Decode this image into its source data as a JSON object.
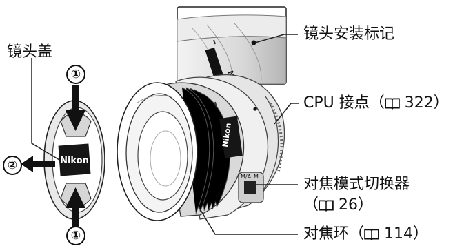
{
  "labels": {
    "lens_cap": "镜头盖",
    "mounting_mark": "镜头安装标记",
    "cpu_contacts": "CPU 接点（",
    "cpu_contacts_page": "322",
    "cpu_contacts_close": "）",
    "focus_mode_switch": "对焦模式切换器",
    "focus_mode_switch_paren_open": "（",
    "focus_mode_switch_page": "26",
    "focus_mode_switch_paren_close": "）",
    "focus_ring": "对焦环（",
    "focus_ring_page": "114",
    "focus_ring_close": "）"
  },
  "steps": {
    "step1_top": "①",
    "step2": "②",
    "step1_bottom": "①"
  },
  "lens_text": {
    "brand_cap": "Nikon",
    "brand_lens": "Nikon",
    "brand_inset": "Nikon",
    "switch_ma": "M/A",
    "switch_m": "M"
  },
  "icons": {
    "page_ref": "book-reference-icon"
  }
}
